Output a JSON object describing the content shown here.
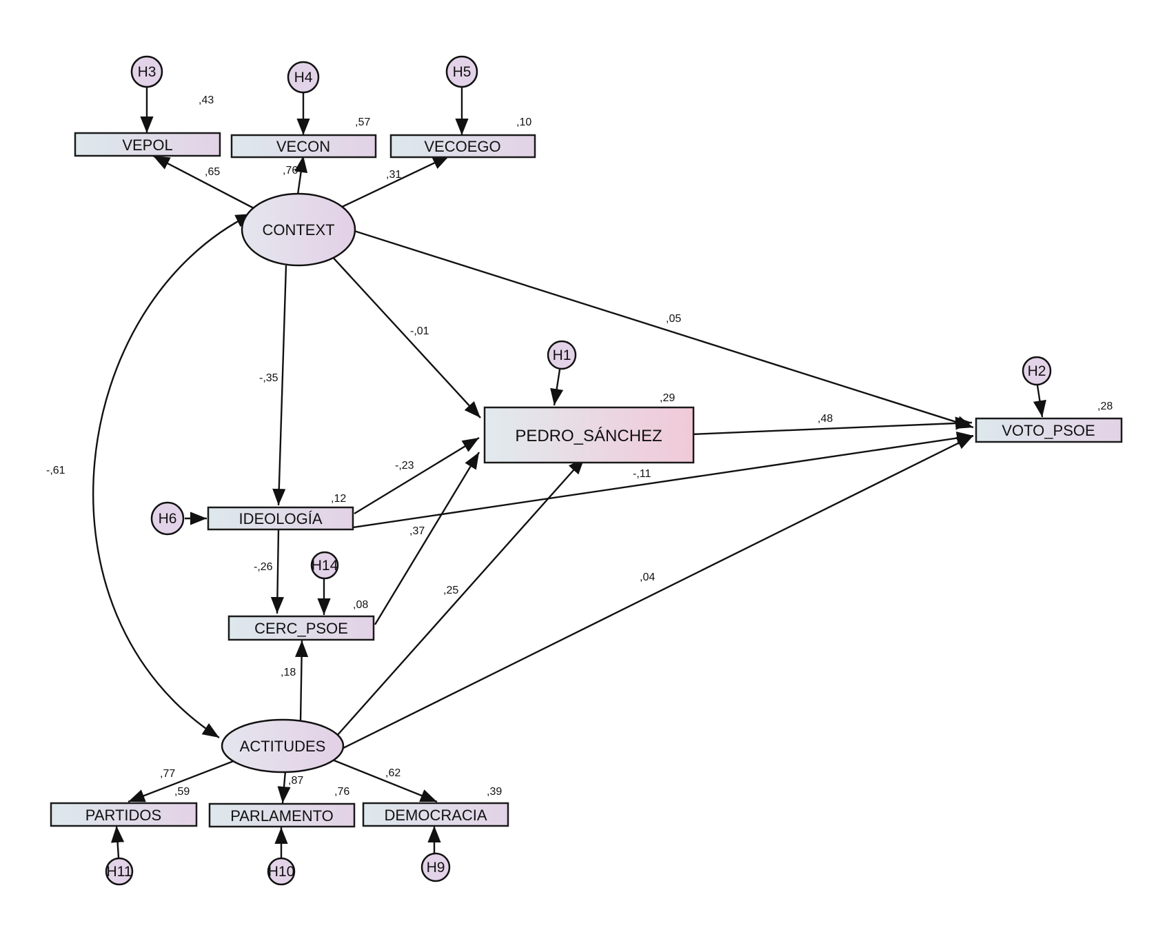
{
  "palette": {
    "box_fill_left": "#dde8ec",
    "box_fill_right": "#e3d2e6",
    "ellipse_fill": "#e5dbea",
    "error_fill": "#e3d3e8",
    "main_box_right": "#f1c9d8",
    "stroke": "#111111"
  },
  "nodes": {
    "vepol": "VEPOL",
    "vecon": "VECON",
    "vecoego": "VECOEGO",
    "context": "CONTEXT",
    "pedro_sanchez": "PEDRO_SÁNCHEZ",
    "voto_psoe": "VOTO_PSOE",
    "ideologia": "IDEOLOGÍA",
    "cerc_psoe": "CERC_PSOE",
    "actitudes": "ACTITUDES",
    "partidos": "PARTIDOS",
    "parlamento": "PARLAMENTO",
    "democracia": "DEMOCRACIA"
  },
  "errors": {
    "h1": "H1",
    "h2": "H2",
    "h3": "H3",
    "h4": "H4",
    "h5": "H5",
    "h6": "H6",
    "h9": "H9",
    "h10": "H10",
    "h11": "H11",
    "h14": "H14"
  },
  "r2": {
    "vepol": ",43",
    "vecon": ",57",
    "vecoego": ",10",
    "pedro_sanchez": ",29",
    "voto_psoe": ",28",
    "ideologia": ",12",
    "cerc_psoe": ",08",
    "partidos": ",59",
    "parlamento": ",76",
    "democracia": ",39"
  },
  "coefficients": {
    "context_vepol": ",65",
    "context_vecon": ",76",
    "context_vecoego": ",31",
    "context_voto": ",05",
    "context_pedro": "-,01",
    "context_ideologia": "-,35",
    "context_actitudes_cov": "-,61",
    "pedro_voto": ",48",
    "ideologia_pedro": "-,23",
    "ideologia_voto": "-,11",
    "ideologia_cerc": "-,26",
    "cerc_pedro": ",37",
    "actitudes_pedro": ",25",
    "actitudes_voto": ",04",
    "actitudes_cerc": ",18",
    "actitudes_partidos": ",77",
    "actitudes_parlamento": ",87",
    "actitudes_democracia": ",62"
  }
}
